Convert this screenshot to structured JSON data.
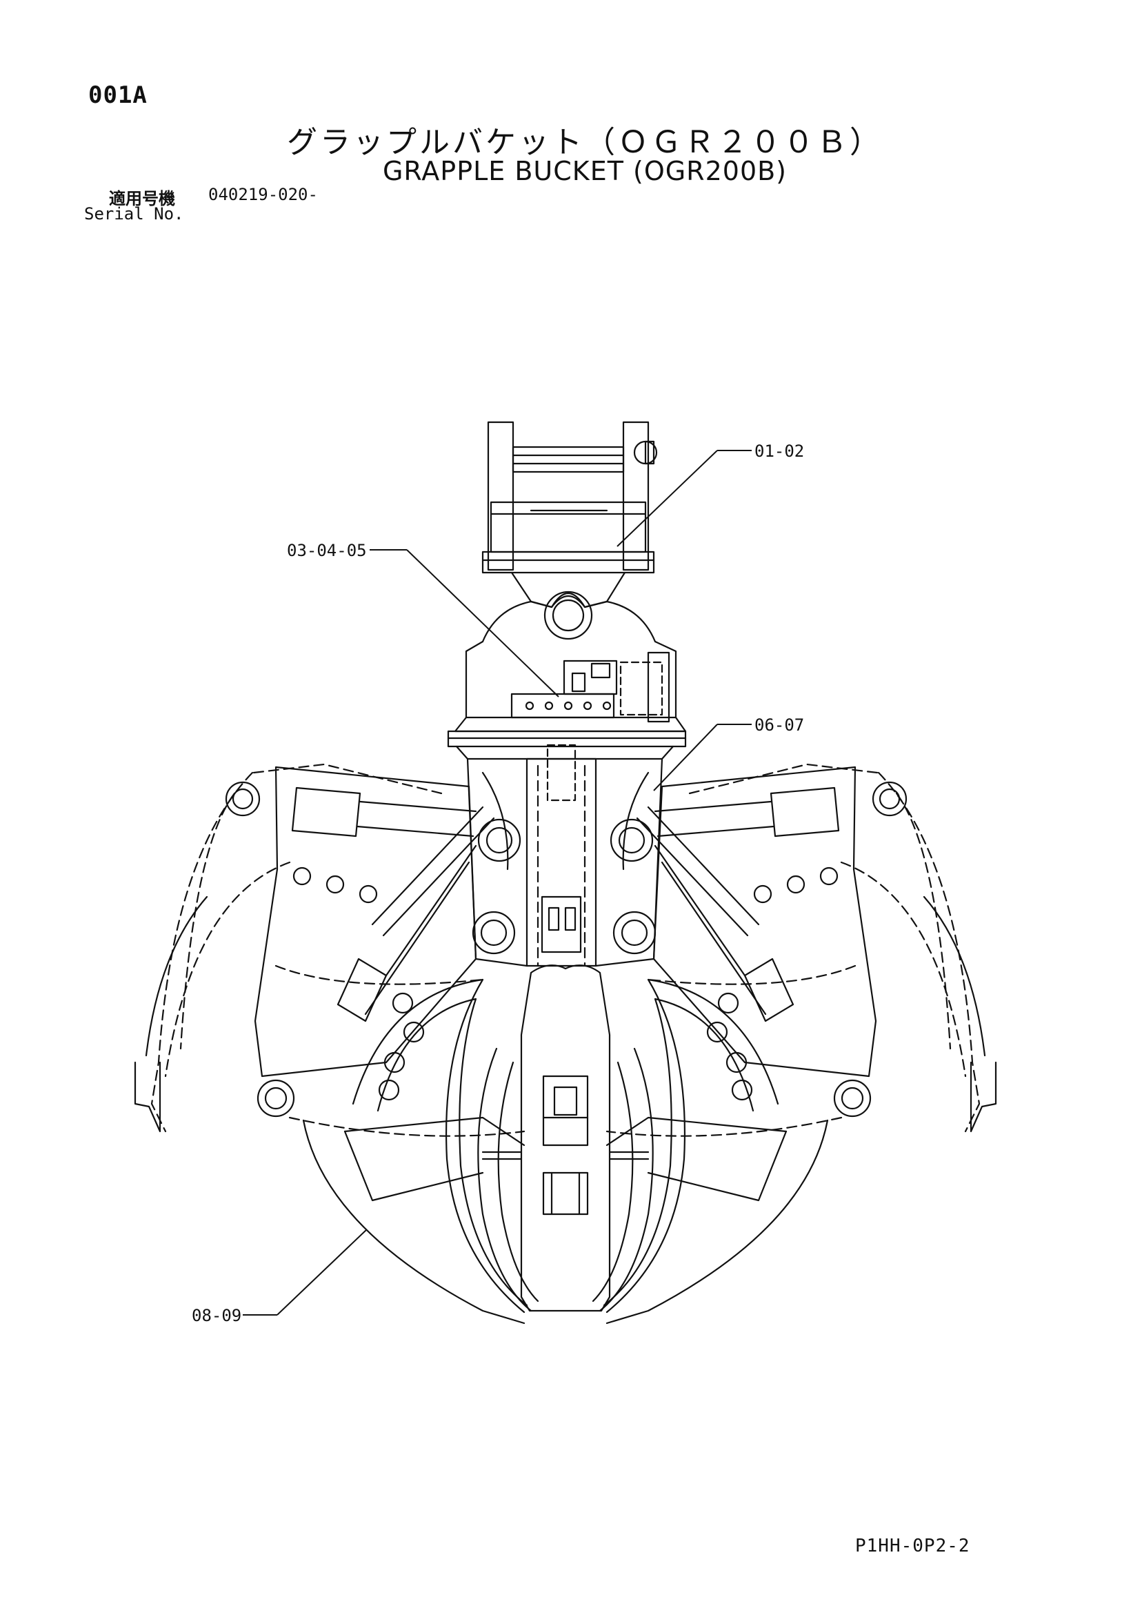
{
  "header": {
    "page_code": "001A",
    "title_jp": "グラップルバケット（ＯＧＲ２００Ｂ）",
    "title_en": "GRAPPLE BUCKET (OGR200B)",
    "serial_label_jp": "適用号機",
    "serial_value": "040219-020-",
    "serial_label_en": "Serial No."
  },
  "callouts": [
    {
      "id": "c1",
      "label": "01-02"
    },
    {
      "id": "c2",
      "label": "03-04-05"
    },
    {
      "id": "c3",
      "label": "06-07"
    },
    {
      "id": "c4",
      "label": "08-09"
    }
  ],
  "footer": {
    "code": "P1HH-0P2-2"
  }
}
